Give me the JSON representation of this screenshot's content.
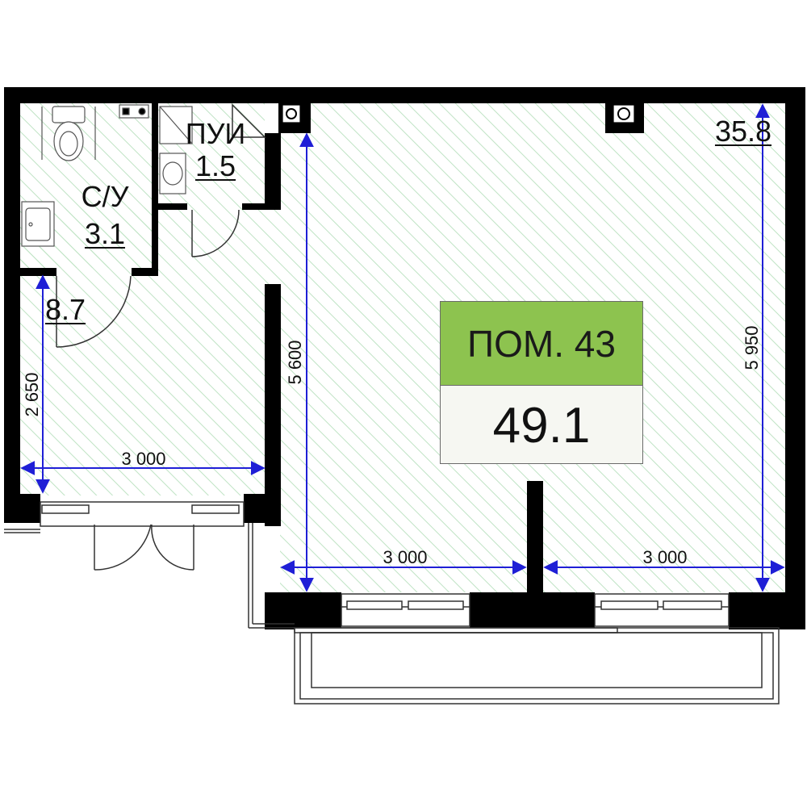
{
  "rooms": {
    "bathroom": {
      "name": "С/У",
      "area": "3.1"
    },
    "utility": {
      "name": "ПУИ",
      "area": "1.5"
    },
    "hall": {
      "area": "8.7"
    },
    "main": {
      "area": "35.8"
    }
  },
  "premises": {
    "title": "ПОМ. 43",
    "total_area": "49.1"
  },
  "dimensions": {
    "hall_height": "2 650",
    "hall_width": "3 000",
    "main_left_height": "5 600",
    "main_right_height": "5 950",
    "main_width_left": "3 000",
    "main_width_right": "3 000"
  },
  "colors": {
    "wall": "#000000",
    "hatch": "#bfe3c4",
    "dimension": "#1f1fd6",
    "badge_title_bg": "#8dc34f"
  },
  "icons": [
    "toilet-icon",
    "sink-icon",
    "shower-icon",
    "stove-icon",
    "ventilation-icon"
  ]
}
